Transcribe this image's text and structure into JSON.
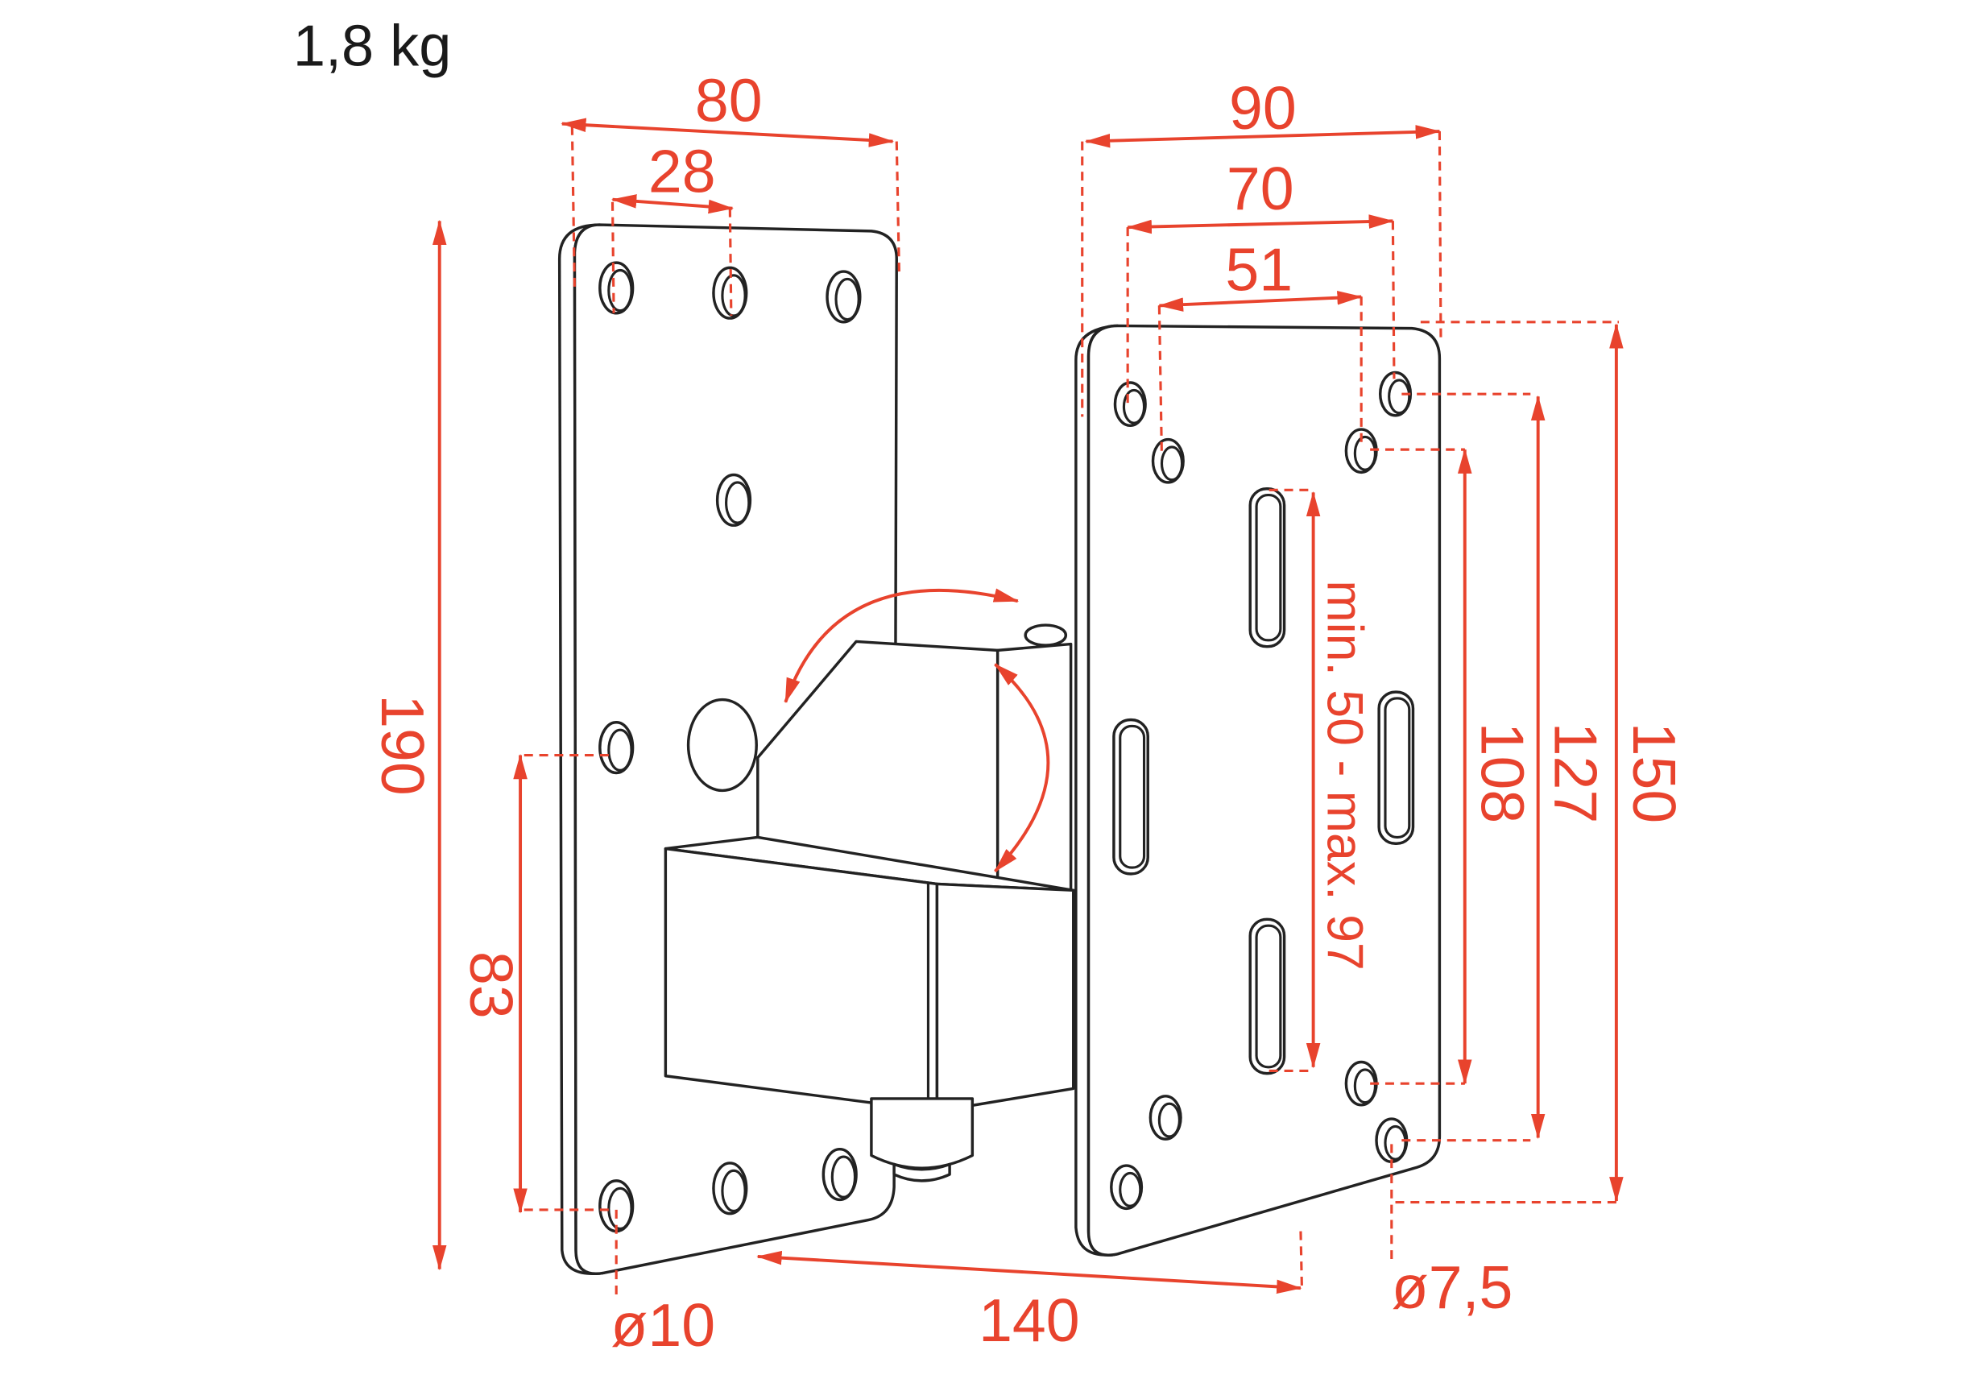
{
  "weight_label": "1,8 kg",
  "dimensions": {
    "left_plate_width": "80",
    "left_hole_spacing": "28",
    "right_plate_width": "90",
    "right_hole_spacing_outer": "70",
    "right_hole_spacing_inner": "51",
    "total_height": "190",
    "lower_height": "83",
    "slot_range": "min. 50 - max. 97",
    "right_vertical_inner": "108",
    "right_vertical_middle": "127",
    "right_plate_height": "150",
    "depth": "140",
    "left_hole_diameter": "ø10",
    "right_hole_diameter": "ø7,5"
  },
  "colors": {
    "dimension": "#e8432d",
    "outline": "#222222",
    "background": "#ffffff"
  }
}
